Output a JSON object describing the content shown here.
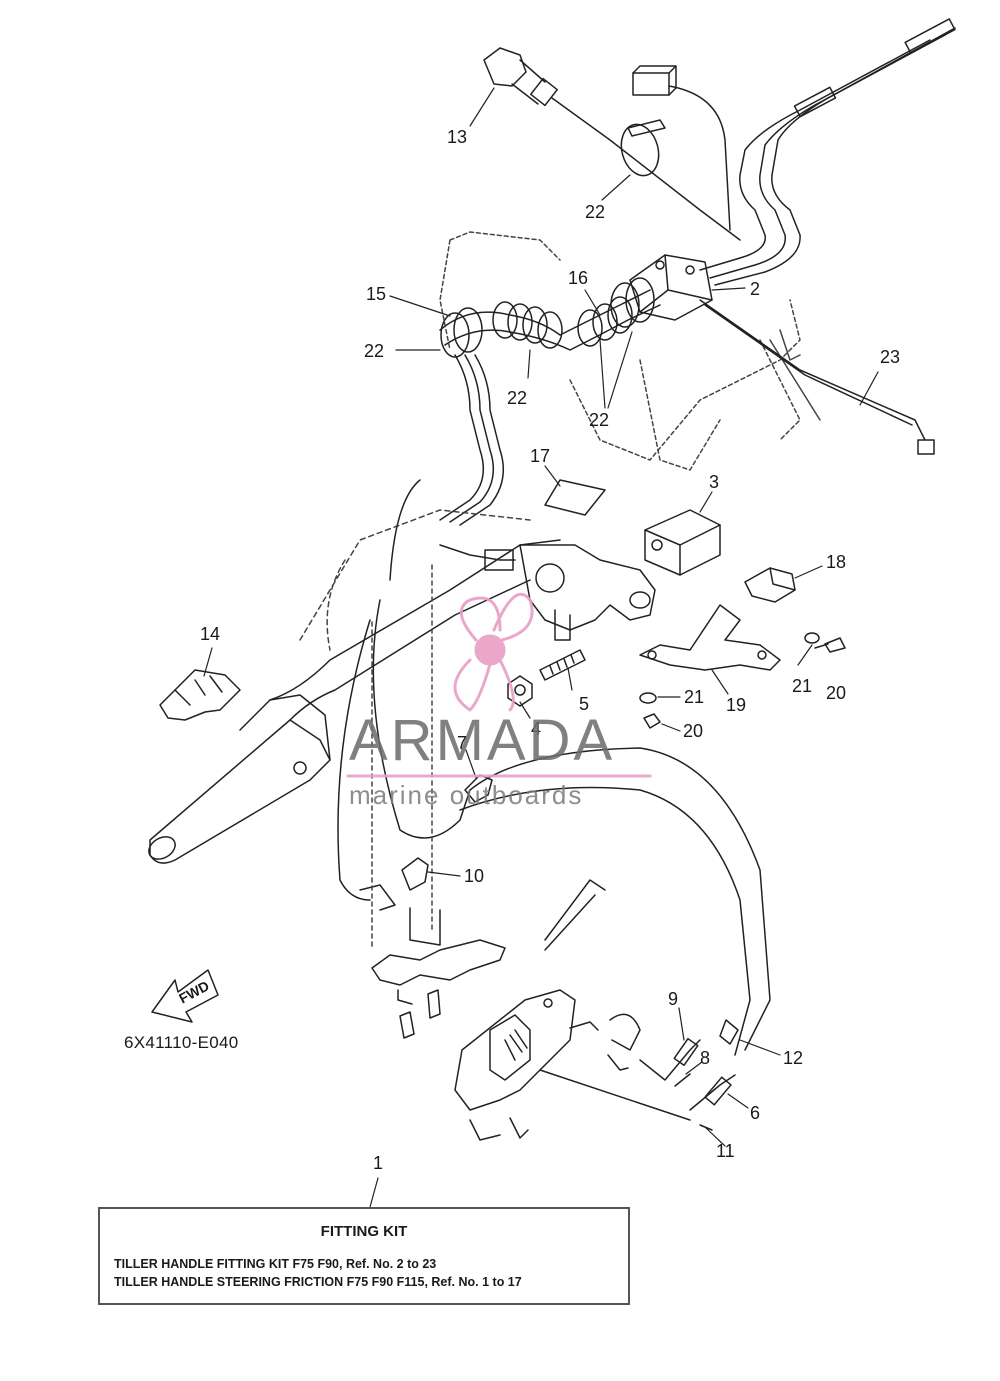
{
  "callouts": {
    "c1": "1",
    "c2": "2",
    "c3": "3",
    "c4": "4",
    "c5": "5",
    "c6": "6",
    "c7": "7",
    "c8": "8",
    "c9": "9",
    "c10": "10",
    "c11": "11",
    "c12": "12",
    "c13": "13",
    "c14": "14",
    "c15": "15",
    "c16": "16",
    "c17": "17",
    "c18": "18",
    "c19": "19",
    "c20a": "20",
    "c20b": "20",
    "c21a": "21",
    "c21b": "21",
    "c22a": "22",
    "c22b": "22",
    "c22c": "22",
    "c22d": "22",
    "c23": "23"
  },
  "diagram_code": "6X41110-E040",
  "fwd_label": "FWD",
  "kit": {
    "title": "FITTING KIT",
    "line1": "TILLER HANDLE FITTING KIT F75 F90,  Ref. No. 2 to 23",
    "line2": "TILLER HANDLE STEERING FRICTION F75 F90 F115,  Ref. No. 1 to 17"
  },
  "watermark": {
    "title": "ARMADA",
    "subtitle": "marine outboards",
    "accent_color": "#e89ec5",
    "text_color": "#6b6b6b"
  }
}
